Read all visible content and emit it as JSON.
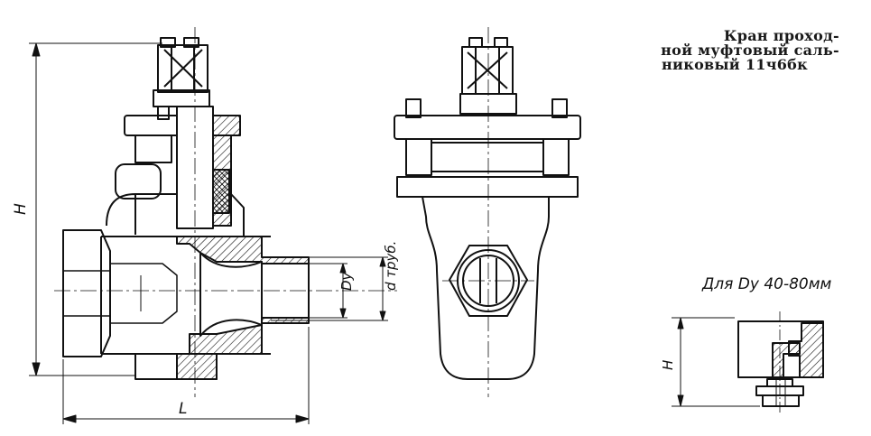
{
  "title": {
    "line1": "Кран проход-",
    "line2": "ной муфтовый саль-",
    "line3": "никовый 11ч6бк"
  },
  "labels": {
    "height": "H",
    "length": "L",
    "nominal_diameter": "Dy",
    "pipe_diameter": "d труб.",
    "variant_caption": "Для Dy 40-80мм",
    "variant_height": "H"
  }
}
